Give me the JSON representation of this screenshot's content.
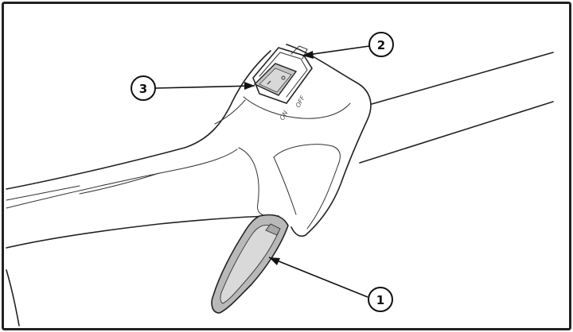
{
  "figure": {
    "switch_labels": {
      "on": "ON",
      "off": "OFF"
    },
    "callouts": [
      {
        "number": "1",
        "part": "trigger"
      },
      {
        "number": "2",
        "part": "switch-housing"
      },
      {
        "number": "3",
        "part": "on-off-switch"
      }
    ],
    "colors": {
      "outline": "#222222",
      "trigger_fill": "#b9b9b9",
      "switch_fill": "#c4c4c4",
      "background": "#ffffff"
    }
  }
}
